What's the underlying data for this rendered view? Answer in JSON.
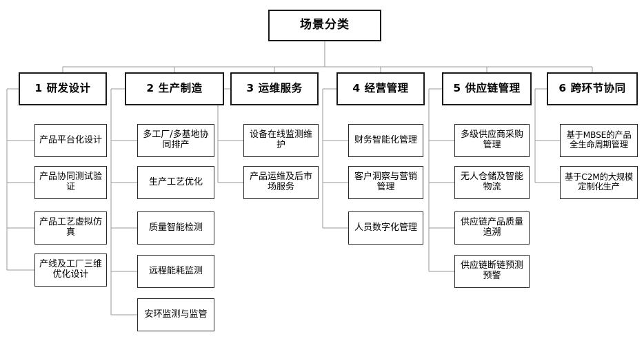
{
  "diagram": {
    "title": "场景分类",
    "type": "org-tree",
    "background": "#ffffff",
    "line_color": "#9a9a9a",
    "border_color": "#1a1a1a",
    "columns": [
      {
        "id": "col-1",
        "header": "1 研发设计",
        "items": [
          "产品平台化设计",
          "产品协同测试验证",
          "产品工艺虚拟仿真",
          "产线及工厂三维优化设计"
        ]
      },
      {
        "id": "col-2",
        "header": "2 生产制造",
        "items": [
          "多工厂/多基地协同排产",
          "生产工艺优化",
          "质量智能检测",
          "远程能耗监测",
          "安环监测与监管"
        ]
      },
      {
        "id": "col-3",
        "header": "3 运维服务",
        "items": [
          "设备在线监测维护",
          "产品运维及后市场服务"
        ]
      },
      {
        "id": "col-4",
        "header": "4 经营管理",
        "items": [
          "财务智能化管理",
          "客户洞察与营销管理",
          "人员数字化管理"
        ]
      },
      {
        "id": "col-5",
        "header": "5 供应链管理",
        "items": [
          "多级供应商采购管理",
          "无人仓储及智能物流",
          "供应链产品质量追溯",
          "供应链断链预测预警"
        ]
      },
      {
        "id": "col-6",
        "header": "6 跨环节协同",
        "items": [
          "基于MBSE的产品全生命周期管理",
          "基于C2M的大规模定制化生产"
        ]
      }
    ]
  }
}
